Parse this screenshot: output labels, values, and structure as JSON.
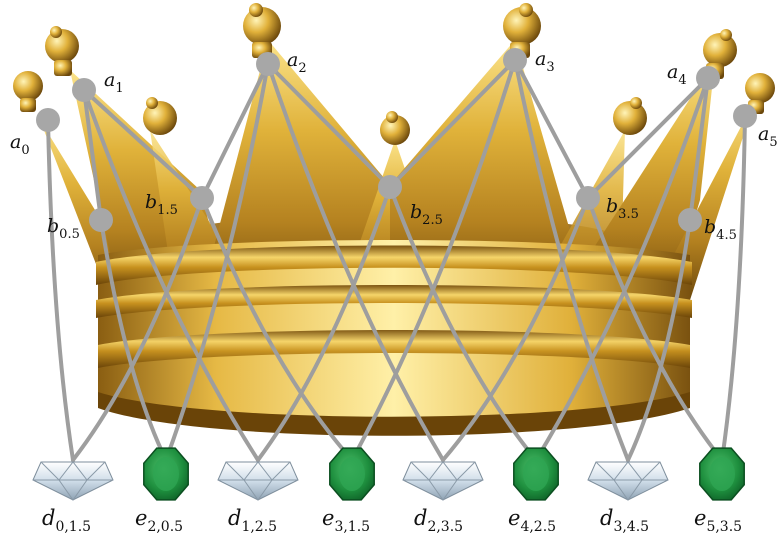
{
  "top_nodes": [
    {
      "id": "a0",
      "label": "a",
      "sub": "0"
    },
    {
      "id": "a1",
      "label": "a",
      "sub": "1"
    },
    {
      "id": "a2",
      "label": "a",
      "sub": "2"
    },
    {
      "id": "a3",
      "label": "a",
      "sub": "3"
    },
    {
      "id": "a4",
      "label": "a",
      "sub": "4"
    },
    {
      "id": "a5",
      "label": "a",
      "sub": "5"
    }
  ],
  "mid_nodes": [
    {
      "id": "b0_5",
      "label": "b",
      "sub": "0.5"
    },
    {
      "id": "b1_5",
      "label": "b",
      "sub": "1.5"
    },
    {
      "id": "b2_5",
      "label": "b",
      "sub": "2.5"
    },
    {
      "id": "b3_5",
      "label": "b",
      "sub": "3.5"
    },
    {
      "id": "b4_5",
      "label": "b",
      "sub": "4.5"
    }
  ],
  "gems": [
    {
      "id": "d0",
      "kind": "diamond",
      "label": "d",
      "sub": "0,1.5"
    },
    {
      "id": "e2",
      "kind": "emerald",
      "label": "e",
      "sub": "2,0.5"
    },
    {
      "id": "d1",
      "kind": "diamond",
      "label": "d",
      "sub": "1,2.5"
    },
    {
      "id": "e3",
      "kind": "emerald",
      "label": "e",
      "sub": "3,1.5"
    },
    {
      "id": "d2",
      "kind": "diamond",
      "label": "d",
      "sub": "2,3.5"
    },
    {
      "id": "e4",
      "kind": "emerald",
      "label": "e",
      "sub": "4,2.5"
    },
    {
      "id": "d3",
      "kind": "diamond",
      "label": "d",
      "sub": "3,4.5"
    },
    {
      "id": "e5",
      "kind": "emerald",
      "label": "e",
      "sub": "5,3.5"
    }
  ],
  "edges": [
    [
      "a0",
      "d0"
    ],
    [
      "b1_5",
      "d0"
    ],
    [
      "a2",
      "e2"
    ],
    [
      "b0_5",
      "e2"
    ],
    [
      "a1",
      "d1"
    ],
    [
      "b2_5",
      "d1"
    ],
    [
      "a3",
      "e3"
    ],
    [
      "b1_5",
      "e3"
    ],
    [
      "a2",
      "d2"
    ],
    [
      "b3_5",
      "d2"
    ],
    [
      "a4",
      "e4"
    ],
    [
      "b2_5",
      "e4"
    ],
    [
      "a3",
      "d3"
    ],
    [
      "b4_5",
      "d3"
    ],
    [
      "a5",
      "e5"
    ],
    [
      "b3_5",
      "e5"
    ],
    [
      "a1",
      "b0_5"
    ],
    [
      "a1",
      "b1_5"
    ],
    [
      "a2",
      "b1_5"
    ],
    [
      "a2",
      "b2_5"
    ],
    [
      "a3",
      "b2_5"
    ],
    [
      "a3",
      "b3_5"
    ],
    [
      "a4",
      "b3_5"
    ],
    [
      "a4",
      "b4_5"
    ]
  ],
  "colors": {
    "edge": "#9e9e9e",
    "node": "#a7a7a7",
    "gold_light": "#f4d25a",
    "gold_mid": "#d6a62a",
    "gold_dark": "#7a5410",
    "emerald": "#1e8f3e",
    "diamond": "#d9e6f2"
  }
}
